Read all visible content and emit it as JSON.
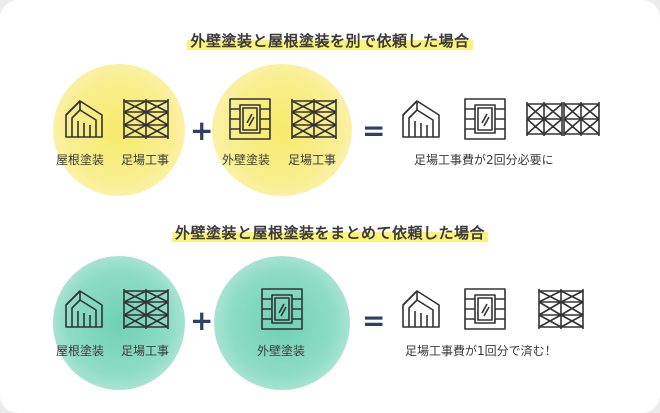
{
  "sections": [
    {
      "title": "外壁塗装と屋根塗装を別で依頼した場合",
      "group1_labels": [
        "屋根塗装",
        "足場工事"
      ],
      "group2_labels": [
        "外壁塗装",
        "足場工事"
      ],
      "plus": "+",
      "equals": "=",
      "result": "足場工事費が2回分必要に"
    },
    {
      "title": "外壁塗装と屋根塗装をまとめて依頼した場合",
      "group1_labels": [
        "屋根塗装",
        "足場工事"
      ],
      "group2_labels": [
        "外壁塗装"
      ],
      "plus": "+",
      "equals": "=",
      "result": "足場工事費が1回分で済む！"
    }
  ],
  "colors": {
    "highlight": "#fbf27a",
    "yellow_blob": "#f7ea6c",
    "teal_blob": "#6fd1b4",
    "operator": "#2f3f66",
    "icon_stroke": "#333333"
  },
  "icons": [
    "roof-icon",
    "scaffold-icon",
    "wall-window-icon",
    "double-scaffold-icon"
  ]
}
